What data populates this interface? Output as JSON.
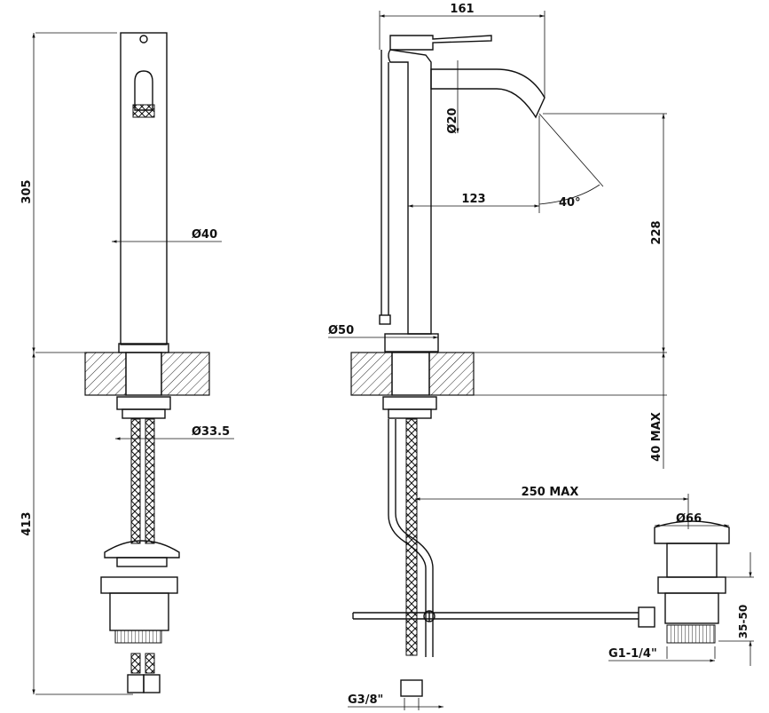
{
  "dimensions": {
    "front_height": "305",
    "front_bottom": "413",
    "body_dia": "Ø40",
    "hose_dia": "Ø33.5",
    "width": "161",
    "spout_dia": "Ø20",
    "reach": "123",
    "angle": "40°",
    "spout_height": "228",
    "base_dia": "Ø50",
    "deck_max": "40 MAX",
    "waste_max": "250 MAX",
    "waste_dia": "Ø66",
    "waste_height": "35-50",
    "waste_thread": "G1-1/4\"",
    "inlet_thread": "G3/8\""
  }
}
